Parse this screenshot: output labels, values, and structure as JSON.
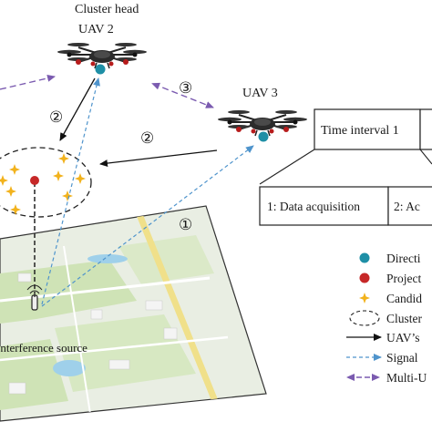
{
  "labels": {
    "cluster_head_title": "Cluster head",
    "uav2": "UAV 2",
    "uav3": "UAV 3",
    "interference_source": "Interference source",
    "time_interval": "Time interval 1",
    "phase1": "1: Data acquisition",
    "phase2": "2: Ac"
  },
  "step_markers": {
    "step1": "①",
    "step2a": "②",
    "step2b": "②",
    "step3": "③"
  },
  "legend": {
    "items": [
      {
        "label": "Directi",
        "marker": "teal-dot"
      },
      {
        "label": "Project",
        "marker": "red-dot"
      },
      {
        "label": "Candid",
        "marker": "gold-star"
      },
      {
        "label": "Cluster",
        "marker": "dashed-ellipse"
      },
      {
        "label": "UAV’s",
        "marker": "black-arrow"
      },
      {
        "label": "Signal",
        "marker": "blue-dashed-arrow"
      },
      {
        "label": "Multi-U",
        "marker": "purple-double-arrow"
      }
    ]
  },
  "colors": {
    "direction_dot": "#1e8fa6",
    "projection_dot": "#c62828",
    "candidate_star": "#f2b21c",
    "signal_line": "#4f94cc",
    "multi_uav_link": "#7b5bb0",
    "uav_motion": "#111111",
    "map_green": "#cfe3b6",
    "map_water": "#9fd0ea",
    "map_road": "#f0e08a"
  },
  "icons": {
    "uav": "quadcopter-icon",
    "antenna": "antenna-icon",
    "star": "star-icon"
  }
}
